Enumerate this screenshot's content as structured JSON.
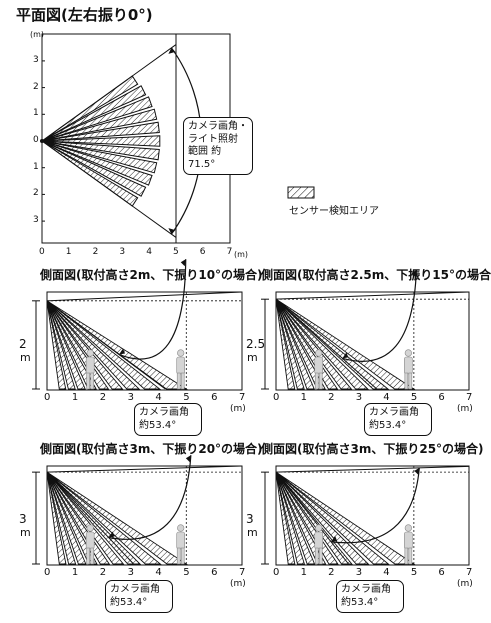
{
  "top_view": {
    "title": "平面図(左右振り0°)",
    "unit_y": "(m)",
    "unit_x": "(m)",
    "y_ticks": [
      "3",
      "2",
      "1",
      "0",
      "1",
      "2",
      "3"
    ],
    "x_ticks": [
      "0",
      "1",
      "2",
      "3",
      "4",
      "5",
      "6",
      "7"
    ],
    "callout": [
      "カメラ画角・",
      "ライト照射",
      "範囲 約71.5°"
    ]
  },
  "legend": {
    "label": "センサー検知エリア"
  },
  "side_views": [
    {
      "title": "側面図(取付高さ2m、下振り10°の場合)",
      "height_label": "2",
      "height_unit": "m",
      "x_ticks": [
        "0",
        "1",
        "2",
        "3",
        "4",
        "5",
        "6",
        "7"
      ],
      "unit_x": "(m)",
      "callout": [
        "カメラ画角",
        "約53.4°"
      ]
    },
    {
      "title": "側面図(取付高さ2.5m、下振り15°の場合)",
      "height_label": "2.5",
      "height_unit": "m",
      "x_ticks": [
        "0",
        "1",
        "2",
        "3",
        "4",
        "5",
        "6",
        "7"
      ],
      "unit_x": "(m)",
      "callout": [
        "カメラ画角",
        "約53.4°"
      ]
    },
    {
      "title": "側面図(取付高さ3m、下振り20°の場合)",
      "height_label": "3",
      "height_unit": "m",
      "x_ticks": [
        "0",
        "1",
        "2",
        "3",
        "4",
        "5",
        "6",
        "7"
      ],
      "unit_x": "(m)",
      "callout": [
        "カメラ画角",
        "約53.4°"
      ]
    },
    {
      "title": "側面図(取付高さ3m、下振り25°の場合)",
      "height_label": "3",
      "height_unit": "m",
      "x_ticks": [
        "0",
        "1",
        "2",
        "3",
        "4",
        "5",
        "6",
        "7"
      ],
      "unit_x": "(m)",
      "callout": [
        "カメラ画角",
        "約53.4°"
      ]
    }
  ],
  "colors": {
    "line": "#111111",
    "hatch": "#111111",
    "figure": "#cfcfcf"
  }
}
